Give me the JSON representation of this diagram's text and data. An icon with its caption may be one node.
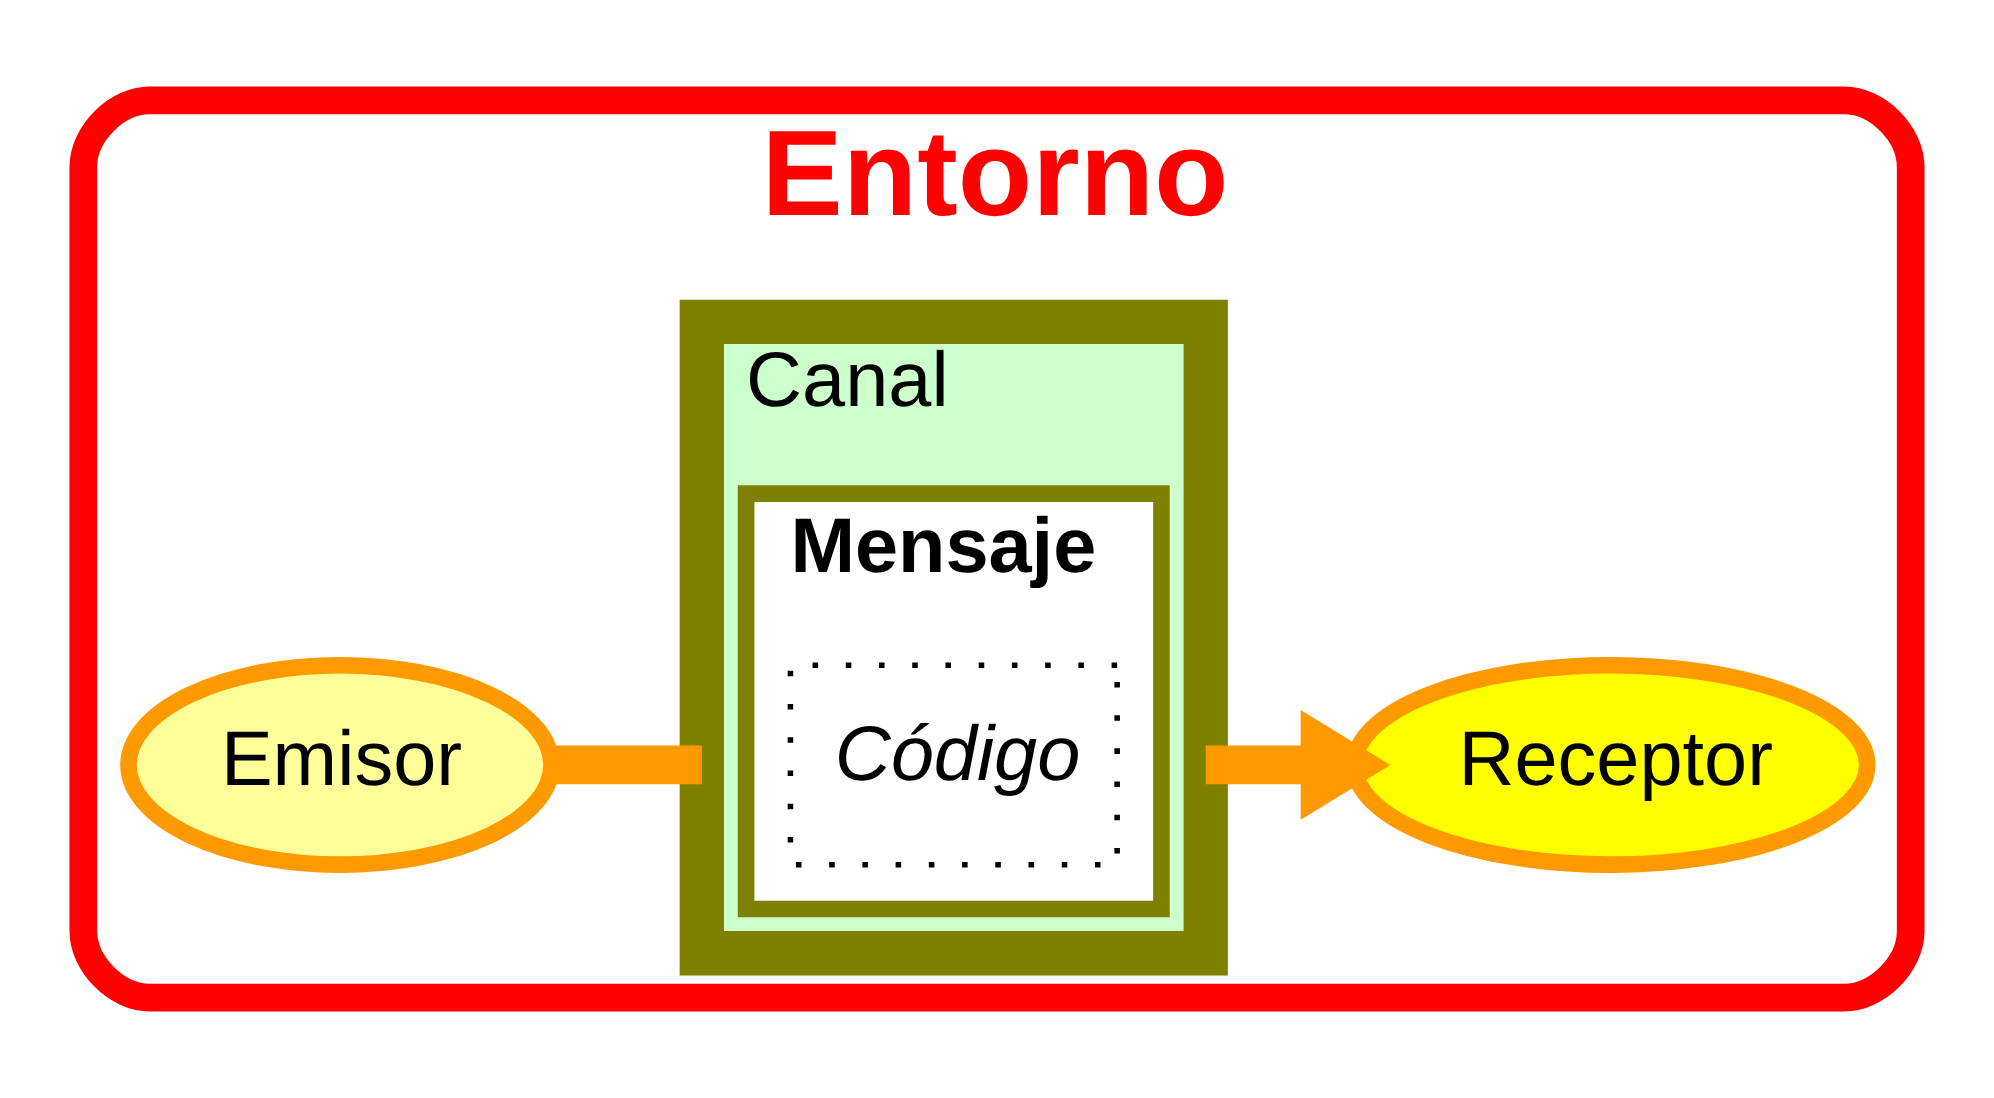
{
  "diagram": {
    "nodes": [
      {
        "text": [
          "Entorno"
        ]
      },
      {
        "text": [
          "Emisor"
        ],
        "in": 0
      },
      {
        "text": [
          "Canal"
        ],
        "in": 0
      },
      {
        "text": [
          "Mensaje"
        ],
        "in": 2
      },
      {
        "text": [
          "Código"
        ],
        "in": 3
      },
      {
        "text": [
          "Receptor"
        ],
        "in": 0
      }
    ],
    "edges": [
      {
        "from": 1,
        "to": 2,
        "arrow": "none"
      },
      {
        "from": 2,
        "to": 5,
        "arrow": "to"
      }
    ]
  }
}
